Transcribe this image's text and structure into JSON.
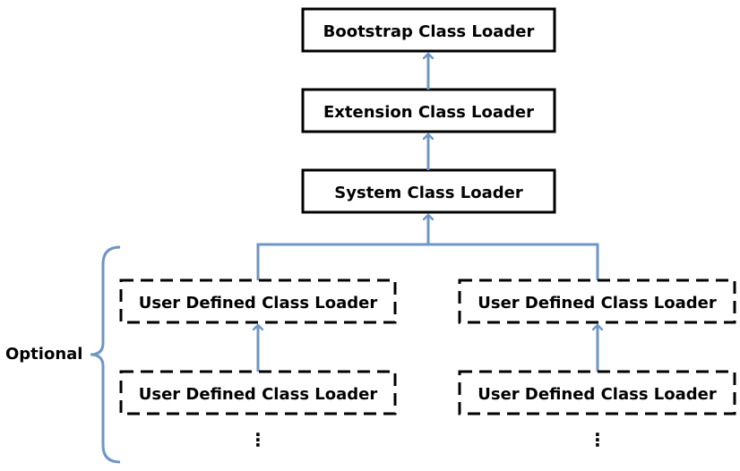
{
  "diagram": {
    "boxes": {
      "bootstrap": "Bootstrap Class Loader",
      "extension": "Extension Class Loader",
      "system": "System Class Loader",
      "user_left_1": "User Defined Class Loader",
      "user_left_2": "User Defined Class Loader",
      "user_right_1": "User Defined Class Loader",
      "user_right_2": "User Defined Class Loader"
    },
    "optional_label": "Optional",
    "ellipsis": "⋮",
    "colors": {
      "arrow": "#6f96c4",
      "box_border": "#000000",
      "text": "#000000"
    }
  }
}
